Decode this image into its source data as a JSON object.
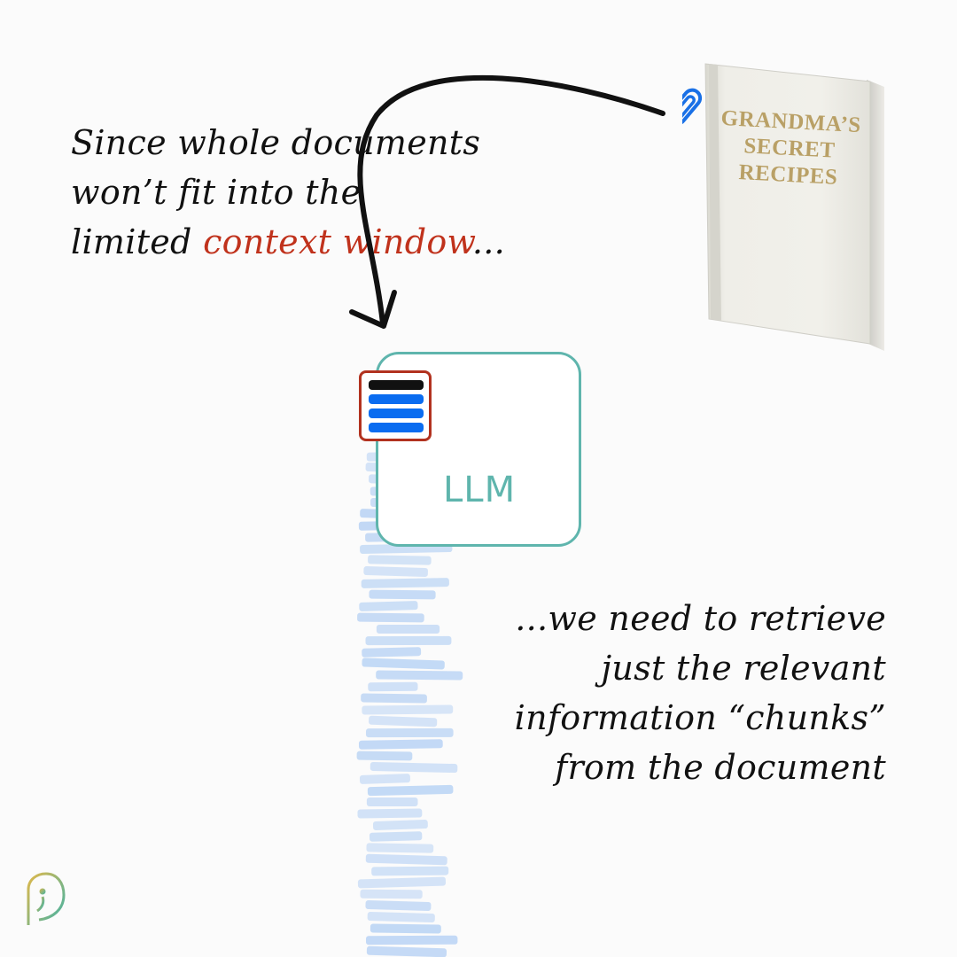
{
  "caption_top": {
    "line1": "Since whole documents",
    "line2": "won’t fit into the",
    "line3_start": "limited ",
    "line3_highlight": "context window",
    "line3_end": "..."
  },
  "caption_bottom": {
    "line1": "...we need to retrieve",
    "line2": "just the relevant",
    "line3": "information “chunks”",
    "line4": "from the document"
  },
  "llm": {
    "label": "LLM"
  },
  "book": {
    "title_line1": "GRANDMA’S",
    "title_line2": "SECRET",
    "title_line3": "RECIPES"
  },
  "icons": {
    "paperclip": "paperclip-icon",
    "logo": "brand-logo-icon",
    "arrow": "curved-arrow-icon"
  },
  "colors": {
    "accent_red": "#c0321c",
    "llm_teal": "#5fb5ad",
    "chunk_blue": "#0a6cf0",
    "chunk_faded": "#b9d3f4"
  }
}
